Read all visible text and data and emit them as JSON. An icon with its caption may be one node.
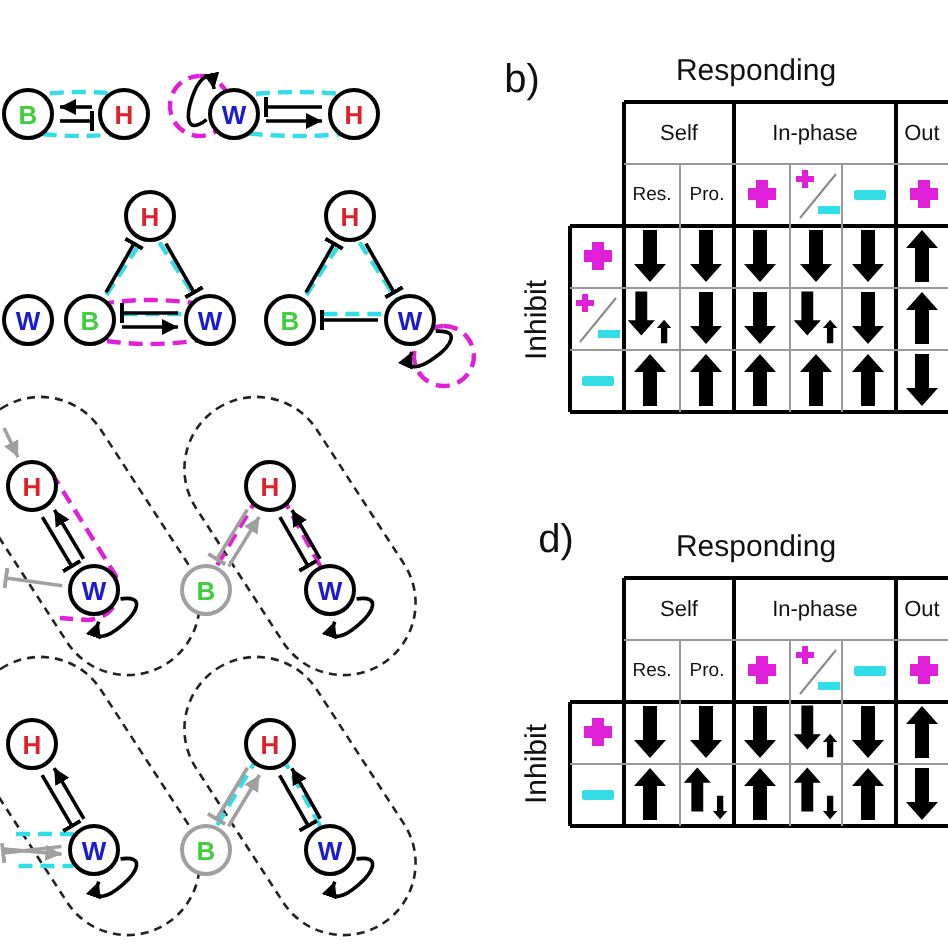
{
  "diagram": {
    "nodes": [
      {
        "text": [
          "B"
        ]
      },
      {
        "text": [
          "H"
        ]
      },
      {
        "text": [
          "W"
        ]
      },
      {
        "text": [
          "H"
        ]
      },
      {
        "text": [
          "W"
        ]
      },
      {
        "text": [
          "H"
        ]
      },
      {
        "text": [
          "B"
        ]
      },
      {
        "text": [
          "W"
        ]
      },
      {
        "text": [
          "H"
        ]
      },
      {
        "text": [
          "B"
        ]
      },
      {
        "text": [
          "W"
        ]
      },
      {
        "text": [
          "H"
        ]
      },
      {
        "text": [
          "W"
        ]
      },
      {
        "text": [
          "B"
        ]
      },
      {
        "text": [
          "H"
        ]
      },
      {
        "text": [
          "W"
        ]
      },
      {
        "text": [
          "H"
        ]
      },
      {
        "text": [
          "W"
        ]
      },
      {
        "text": [
          "B"
        ]
      },
      {
        "text": [
          "H"
        ]
      },
      {
        "text": [
          "W"
        ]
      }
    ],
    "edges": [
      {
        "from": 0,
        "to": 1,
        "arrow": "other"
      },
      {
        "from": 1,
        "to": 0,
        "arrow": "to"
      },
      {
        "from": 2,
        "to": 2,
        "arrow": "to"
      },
      {
        "from": 2,
        "to": 3,
        "arrow": "to"
      },
      {
        "from": 3,
        "to": 2,
        "arrow": "other"
      },
      {
        "from": 6,
        "to": 5,
        "arrow": "other"
      },
      {
        "from": 5,
        "to": 7,
        "arrow": "other"
      },
      {
        "from": 6,
        "to": 7,
        "arrow": "to"
      },
      {
        "from": 7,
        "to": 6,
        "arrow": "other"
      },
      {
        "from": 9,
        "to": 8,
        "arrow": "other"
      },
      {
        "from": 8,
        "to": 10,
        "arrow": "other"
      },
      {
        "from": 10,
        "to": 9,
        "arrow": "other"
      },
      {
        "from": 10,
        "to": 10,
        "arrow": "to"
      },
      {
        "from": null,
        "to": 11,
        "arrow": "to",
        "color": "#a0a0a0"
      },
      {
        "from": 12,
        "to": null,
        "arrow": "other",
        "color": "#a0a0a0"
      },
      {
        "from": 12,
        "to": 11,
        "arrow": "to"
      },
      {
        "from": 11,
        "to": 12,
        "arrow": "other"
      },
      {
        "from": 12,
        "to": 12,
        "arrow": "to"
      },
      {
        "from": 13,
        "to": 14,
        "arrow": "to",
        "color": "#a0a0a0"
      },
      {
        "from": 14,
        "to": 13,
        "arrow": "other",
        "color": "#a0a0a0"
      },
      {
        "from": 15,
        "to": 14,
        "arrow": "to"
      },
      {
        "from": 14,
        "to": 15,
        "arrow": "other"
      },
      {
        "from": 15,
        "to": 15,
        "arrow": "to"
      },
      {
        "from": null,
        "to": 17,
        "arrow": "to",
        "color": "#a0a0a0"
      },
      {
        "from": 17,
        "to": null,
        "arrow": "other",
        "color": "#a0a0a0"
      },
      {
        "from": 17,
        "to": 16,
        "arrow": "to"
      },
      {
        "from": 16,
        "to": 17,
        "arrow": "other"
      },
      {
        "from": 17,
        "to": 17,
        "arrow": "to"
      },
      {
        "from": 18,
        "to": 19,
        "arrow": "to",
        "color": "#a0a0a0"
      },
      {
        "from": 19,
        "to": 18,
        "arrow": "other",
        "color": "#a0a0a0"
      },
      {
        "from": 20,
        "to": 19,
        "arrow": "to"
      },
      {
        "from": 19,
        "to": 20,
        "arrow": "other"
      },
      {
        "from": 20,
        "to": 20,
        "arrow": "to"
      }
    ],
    "labels": [
      "b)",
      "Responding",
      "Self",
      "In-phase",
      "Out",
      "Res.",
      "Pro.",
      "Inhibit",
      "d)",
      "Responding",
      "Self",
      "In-phase",
      "Out",
      "Res.",
      "Pro.",
      "Inhibit"
    ]
  }
}
